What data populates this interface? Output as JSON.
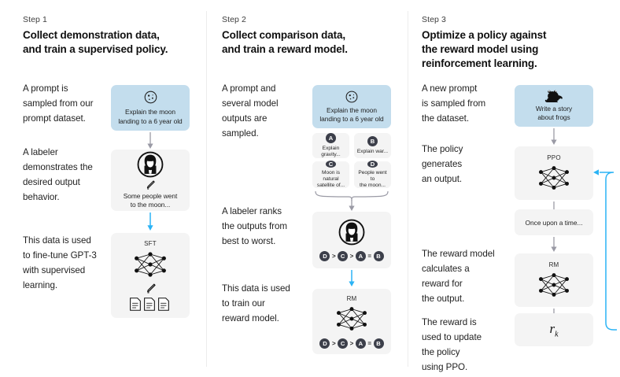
{
  "diagram": {
    "title": "RLHF three-step training diagram",
    "colors": {
      "prompt_box": "#c3dded",
      "neutral_box": "#f4f4f4",
      "accent_arrow": "#2ab3f5",
      "plain_arrow": "#9a9aa5",
      "badge": "#3c3f4a",
      "divider": "#ececec"
    }
  },
  "columns": [
    {
      "step_label": "Step 1",
      "title_line_1": "Collect demonstration data,",
      "title_line_2": "and train a supervised policy.",
      "paragraphs": [
        "A prompt is\nsampled from our\nprompt dataset.",
        "A labeler\ndemonstrates the\ndesired output\nbehavior.",
        "This data is used\nto fine-tune GPT-3\nwith supervised\nlearning."
      ],
      "prompt_box": {
        "icon": "moon-icon",
        "caption": "Explain the moon\nlanding to a 6 year old"
      },
      "labeler_box": {
        "icon": "labeler-avatar-icon",
        "pencil": "pencil-icon",
        "caption": "Some people went\nto the moon..."
      },
      "model_box": {
        "tag": "SFT",
        "network": "neural-network-icon",
        "pencil": "pencil-icon",
        "documents": "documents-icon"
      }
    },
    {
      "step_label": "Step 2",
      "title_line_1": "Collect comparison data,",
      "title_line_2": "and train a reward model.",
      "paragraphs": [
        "A prompt and\nseveral model\noutputs are\nsampled.",
        "A labeler ranks\nthe outputs from\nbest to worst.",
        "This data is used\nto train our\nreward model."
      ],
      "prompt_box": {
        "icon": "moon-icon",
        "caption": "Explain the moon\nlanding to a 6 year old"
      },
      "options": [
        {
          "badge": "A",
          "text": "Explain gravity..."
        },
        {
          "badge": "B",
          "text": "Explain war..."
        },
        {
          "badge": "C",
          "text": "Moon is natural\nsatellite of..."
        },
        {
          "badge": "D",
          "text": "People went to\nthe moon..."
        }
      ],
      "ranking_box": {
        "icon": "labeler-avatar-icon",
        "ranking": [
          "D",
          ">",
          "C",
          ">",
          "A",
          "=",
          "B"
        ]
      },
      "reward_model_box": {
        "tag": "RM",
        "network": "neural-network-icon",
        "ranking": [
          "D",
          ">",
          "C",
          ">",
          "A",
          "=",
          "B"
        ]
      }
    },
    {
      "step_label": "Step 3",
      "title_line_1": "Optimize a policy against",
      "title_line_2": "the reward model using",
      "title_line_3": "reinforcement learning.",
      "paragraphs": [
        "A new prompt\nis sampled from\nthe dataset.",
        "The policy\ngenerates\nan output.",
        "The reward model\ncalculates a\nreward for\nthe output.",
        "The reward is\nused to update\nthe policy\nusing PPO."
      ],
      "prompt_box": {
        "icon": "frog-icon",
        "caption": "Write a story\nabout frogs"
      },
      "policy_box": {
        "tag": "PPO",
        "network": "neural-network-icon"
      },
      "output_box": {
        "text": "Once upon a time..."
      },
      "reward_model_box": {
        "tag": "RM",
        "network": "neural-network-icon"
      },
      "reward_box": {
        "symbol": "r",
        "subscript": "k"
      }
    }
  ]
}
